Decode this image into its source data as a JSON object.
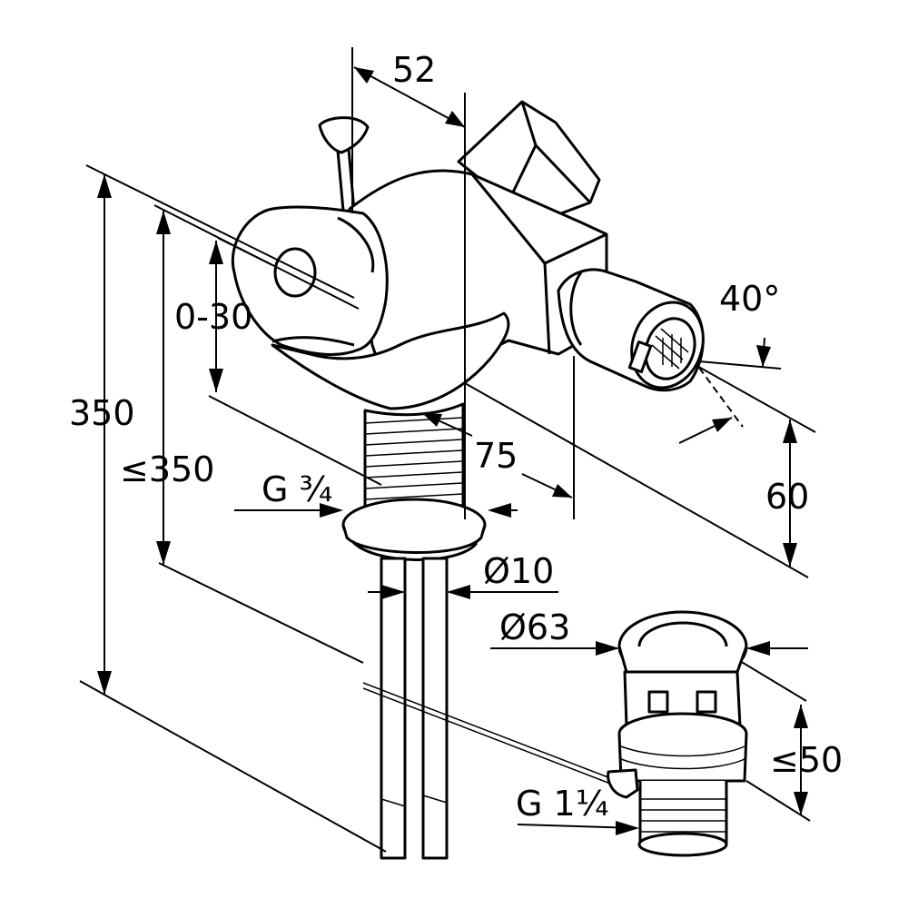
{
  "dimensions": {
    "width_52": "52",
    "height_350": "350",
    "height_le_350": "≤350",
    "range_0_30": "0-30",
    "angle_40": "40°",
    "depth_75": "75",
    "height_60": "60",
    "thread_g34": "G ¾",
    "dia_10": "Ø10",
    "dia_63": "Ø63",
    "height_le_50": "≤50",
    "thread_g114": "G 1¼"
  }
}
